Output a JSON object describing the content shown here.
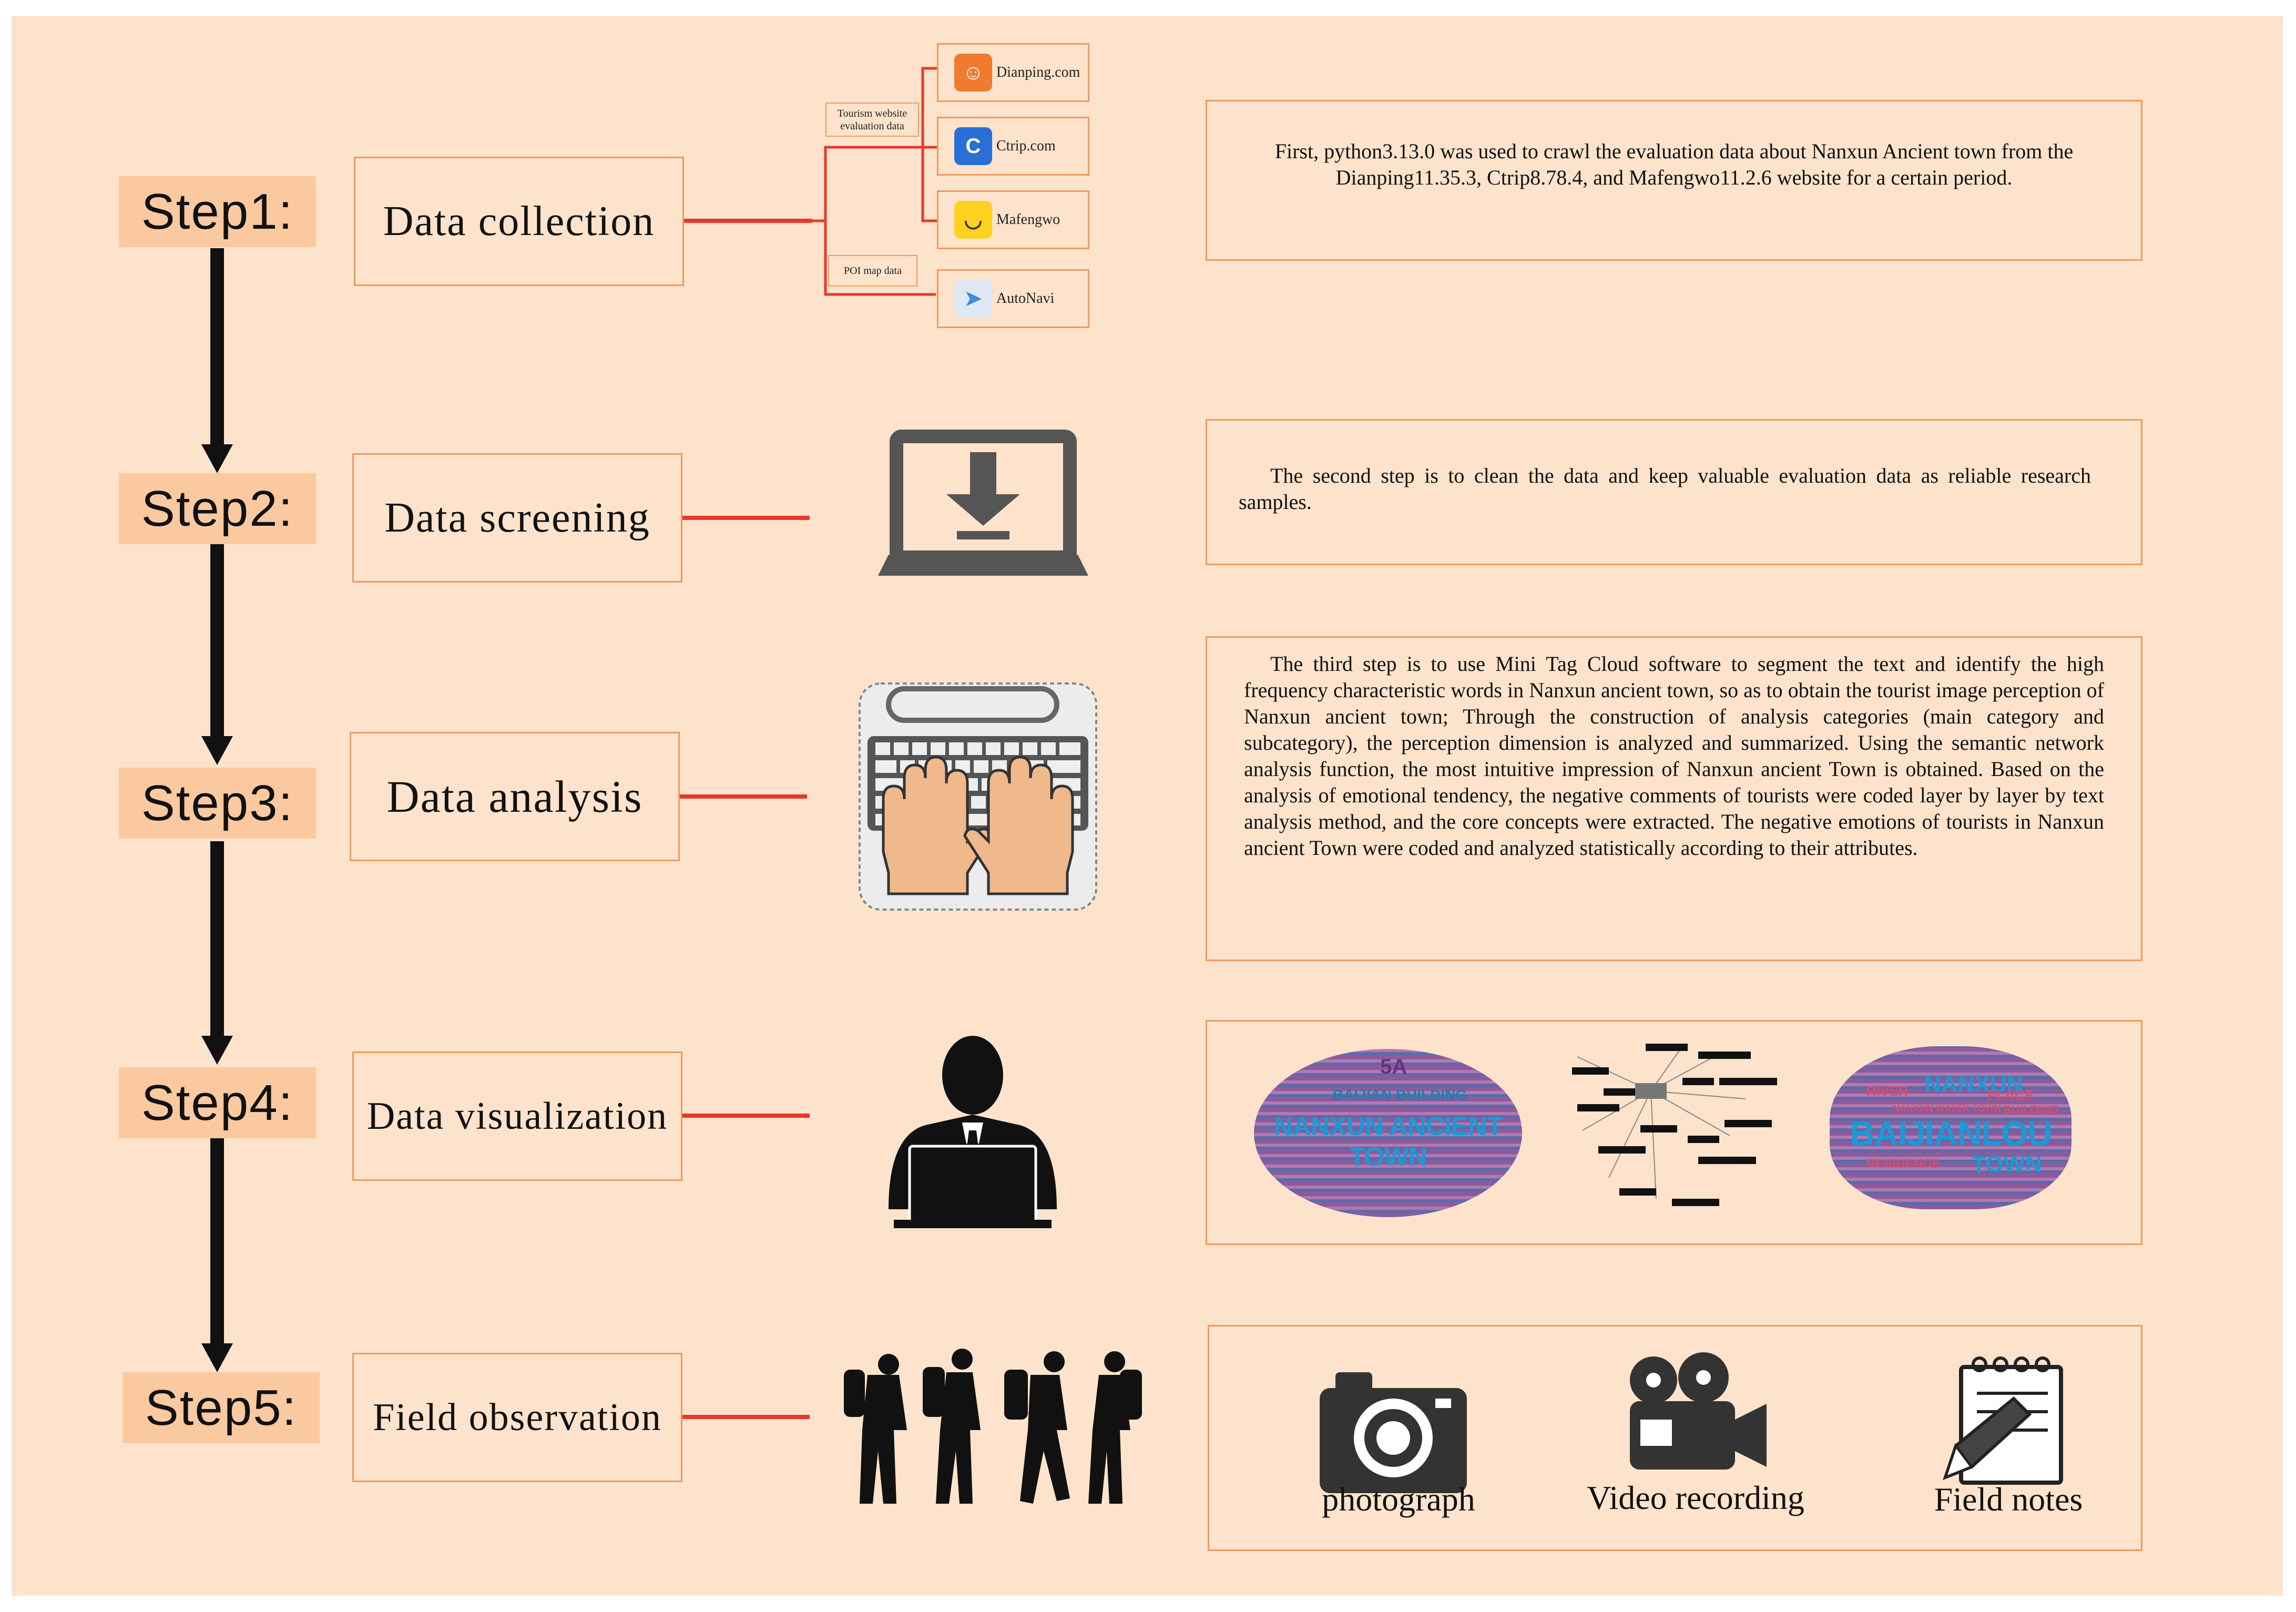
{
  "steps": [
    {
      "label": "Step1:",
      "stage": "Data collection",
      "description": "First, python3.13.0 was used to crawl the evaluation data about Nanxun Ancient town from the Dianping11.35.3, Ctrip8.78.4, and Mafengwo11.2.6 website for a certain period."
    },
    {
      "label": "Step2:",
      "stage": "Data screening",
      "description": "The second step is to clean the data and keep valuable evaluation data as reliable research samples."
    },
    {
      "label": "Step3:",
      "stage": "Data analysis",
      "description": "The third step is to use Mini Tag Cloud software to segment the text and identify the high frequency characteristic words in Nanxun ancient town, so as to obtain the tourist image perception of Nanxun ancient town; Through the construction of analysis categories (main category and subcategory), the perception dimension is analyzed and summarized. Using the semantic network analysis function, the most intuitive impression of Nanxun ancient Town is obtained. Based on the analysis of emotional tendency, the negative comments of tourists were coded layer by layer by text analysis method, and the core concepts were extracted. The negative emotions of tourists in Nanxun ancient Town were coded and analyzed statistically according to their attributes."
    },
    {
      "label": "Step4:",
      "stage": "Data visualization"
    },
    {
      "label": "Step5:",
      "stage": "Field observation"
    }
  ],
  "collection": {
    "tag_tourism": "Tourism website evaluation data",
    "tag_poi": "POI map data",
    "sources": [
      {
        "name": "Dianping.com",
        "icon": "dianping-logo-icon",
        "color": "#f07a2e"
      },
      {
        "name": "Ctrip.com",
        "icon": "ctrip-logo-icon",
        "color": "#2a6fd6"
      },
      {
        "name": "Mafengwo",
        "icon": "mafengwo-logo-icon",
        "color": "#ffd21f"
      },
      {
        "name": "AutoNavi",
        "icon": "autonavi-logo-icon",
        "color": "#3a8de0"
      }
    ]
  },
  "visualization": {
    "cloud1": {
      "main": "NANXUN ANCIENT TOWN",
      "sub": "BAIJIAN BUILDING",
      "extra": "5A"
    },
    "cloud3": {
      "main": "BAIJIANLOU",
      "sub": "NANXUN",
      "extra": "TOWN",
      "words": [
        "RIVER",
        "PLACE",
        "BUILDING",
        "RESIDENCE",
        "NANXUN WATER TOWN"
      ]
    }
  },
  "observation": {
    "items": [
      {
        "label": "photograph",
        "icon": "camera-icon"
      },
      {
        "label": "Video recording",
        "icon": "video-camera-icon"
      },
      {
        "label": "Field notes",
        "icon": "notepad-icon"
      }
    ]
  },
  "colors": {
    "arrow": "#e8382a",
    "box_border": "#ec9a5e",
    "step_bg": "#fbc9a0",
    "background": "#fde3cc"
  }
}
